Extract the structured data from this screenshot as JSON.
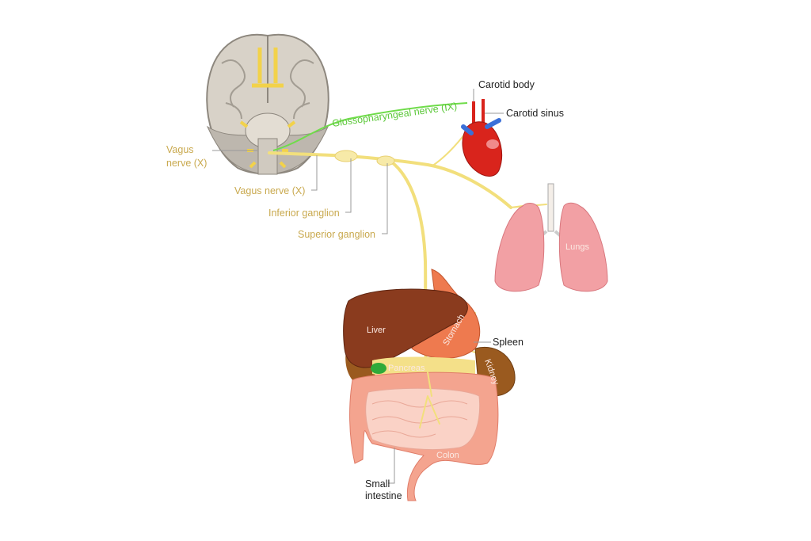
{
  "labels": {
    "vagus_left_line1": "Vagus",
    "vagus_left_line2": "nerve (X)",
    "vagus_nerve": "Vagus nerve (X)",
    "inferior_ganglion": "Inferior ganglion",
    "superior_ganglion": "Superior ganglion",
    "glossopharyngeal": "Glossopharyngeal nerve (IX)",
    "carotid_body": "Carotid body",
    "carotid_sinus": "Carotid sinus",
    "lungs": "Lungs",
    "liver": "Liver",
    "stomach": "Stomach",
    "spleen": "Spleen",
    "pancreas": "Pancreas",
    "kidney": "Kidney",
    "colon": "Colon",
    "small_intestine_line1": "Small",
    "small_intestine_line2": "intestine"
  },
  "colors": {
    "nerve": "#f2df7c",
    "glossopharyngeal": "#6fdc4a",
    "label_nerve": "#c9a94e",
    "liver": "#8a3b1e",
    "lung": "#f2a0a4",
    "intestine": "#f4a48f",
    "heart": "#d9241c"
  }
}
